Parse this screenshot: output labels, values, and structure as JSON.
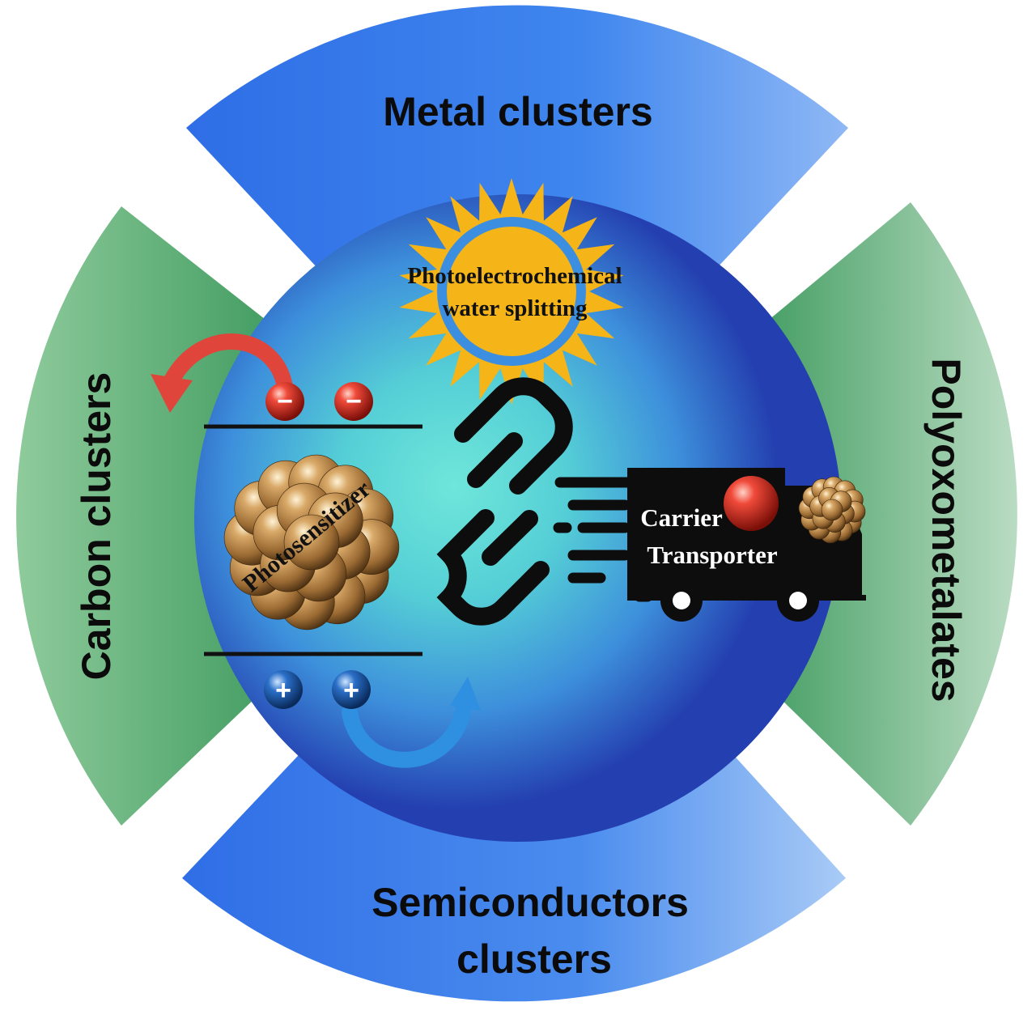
{
  "segments": {
    "top": "Metal clusters",
    "left": "Carbon clusters",
    "right": "Polyoxometalates",
    "bottom_line1": "Semiconductors",
    "bottom_line2": "clusters"
  },
  "center": {
    "sun_line1": "Photoelectrochemical",
    "sun_line2": "water splitting",
    "photosensitizer": "Photosensitizer",
    "truck_line1": "Carrier",
    "truck_line2": "Transporter"
  },
  "charges": {
    "negative_symbol": "−",
    "positive_symbol": "+"
  },
  "colors": {
    "blue_segment": "#3f7fe6",
    "green_segment": "#5fae7a",
    "sphere_core": "#63e0d8",
    "sphere_edge": "#2347b8",
    "sun": "#f5b417",
    "arrow_red": "#e0453c",
    "arrow_blue": "#2f8fe0"
  }
}
